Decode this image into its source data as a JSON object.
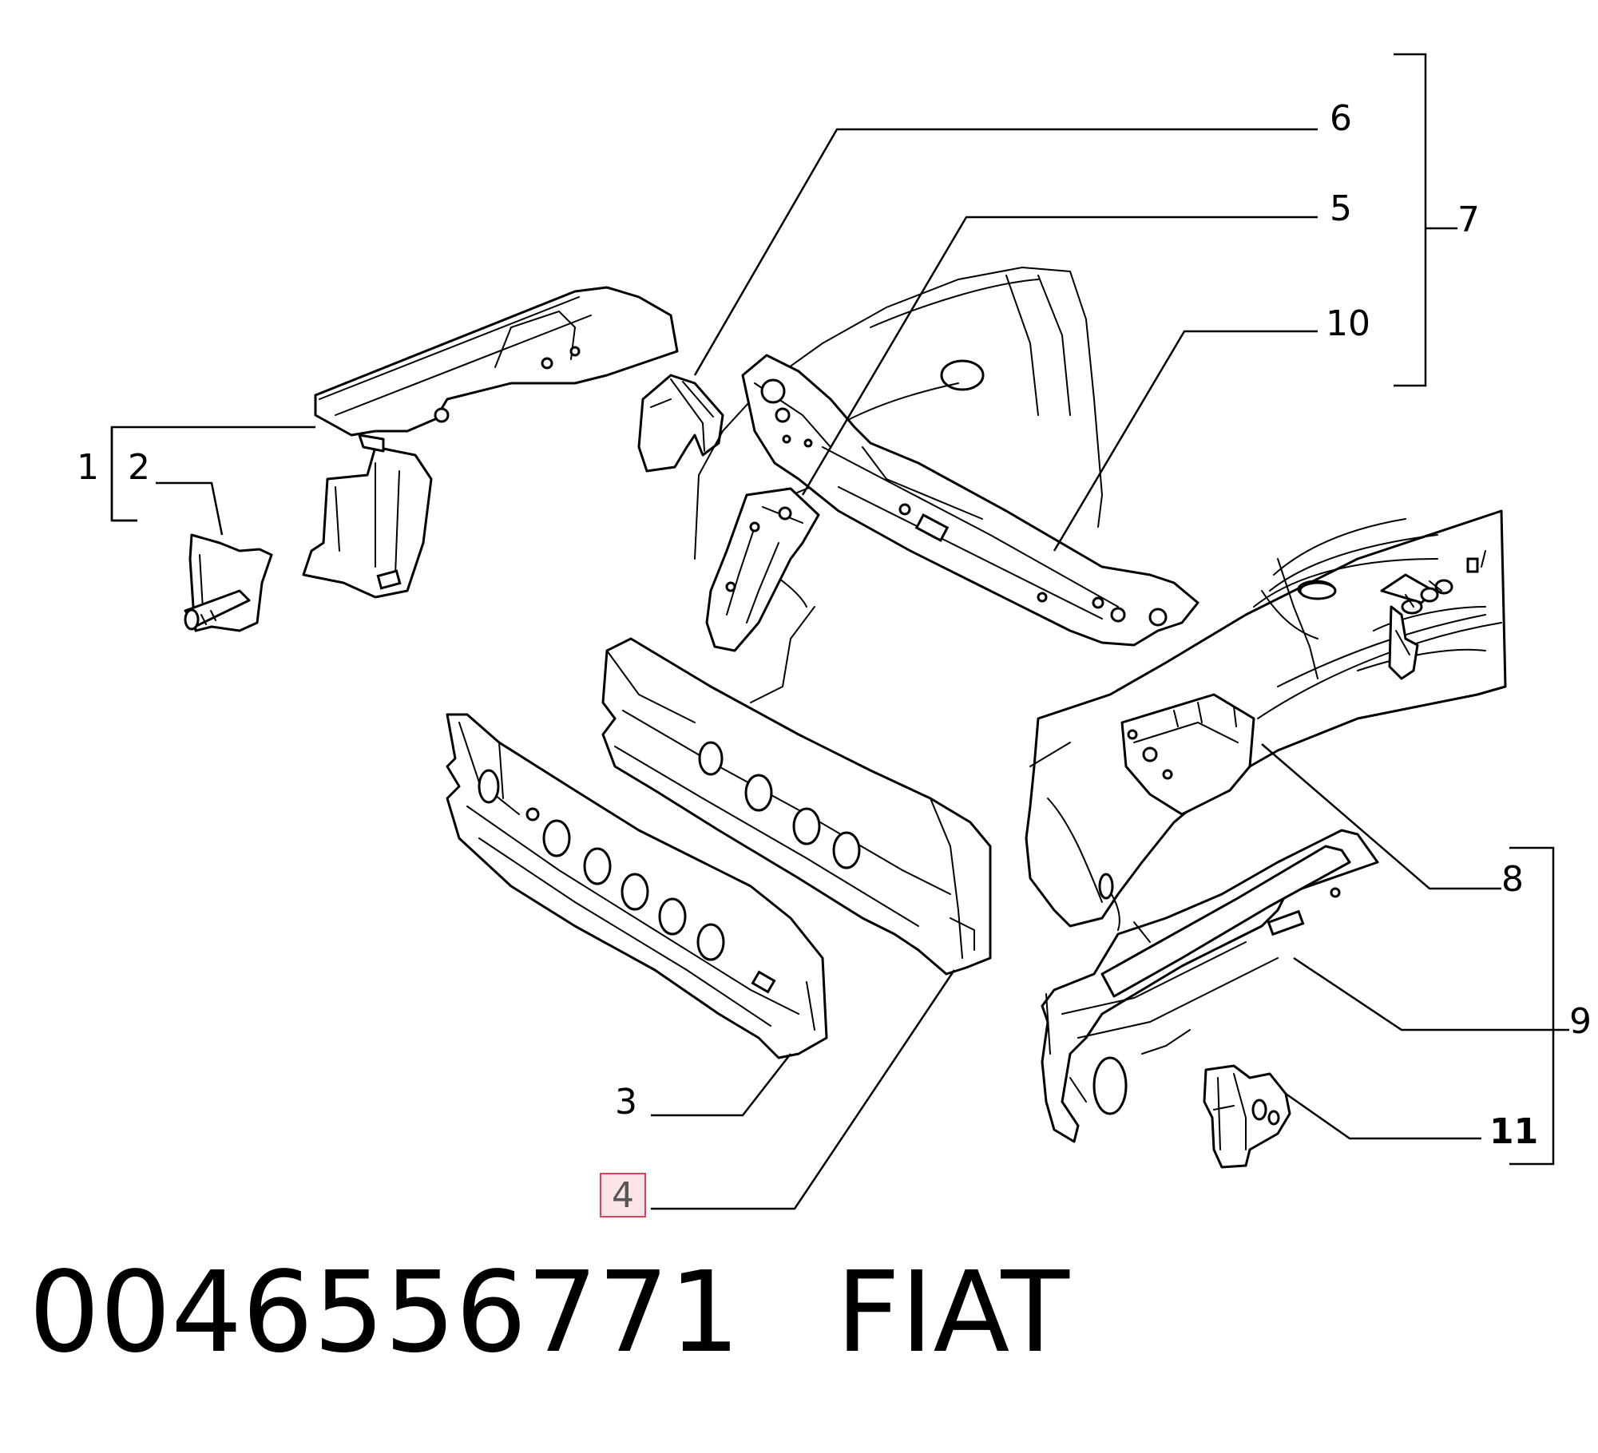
{
  "callouts": {
    "c1": "1",
    "c2": "2",
    "c3": "3",
    "c4": "4",
    "c5": "5",
    "c6": "6",
    "c7": "7",
    "c8": "8",
    "c9": "9",
    "c10": "10",
    "c11": "11"
  },
  "highlighted_callout": "4",
  "footer": {
    "part_number": "0046556771",
    "brand": "FIAT"
  },
  "colors": {
    "line": "#000000",
    "highlight_fill": "#fbe3e6",
    "highlight_stroke": "#e0405a"
  }
}
